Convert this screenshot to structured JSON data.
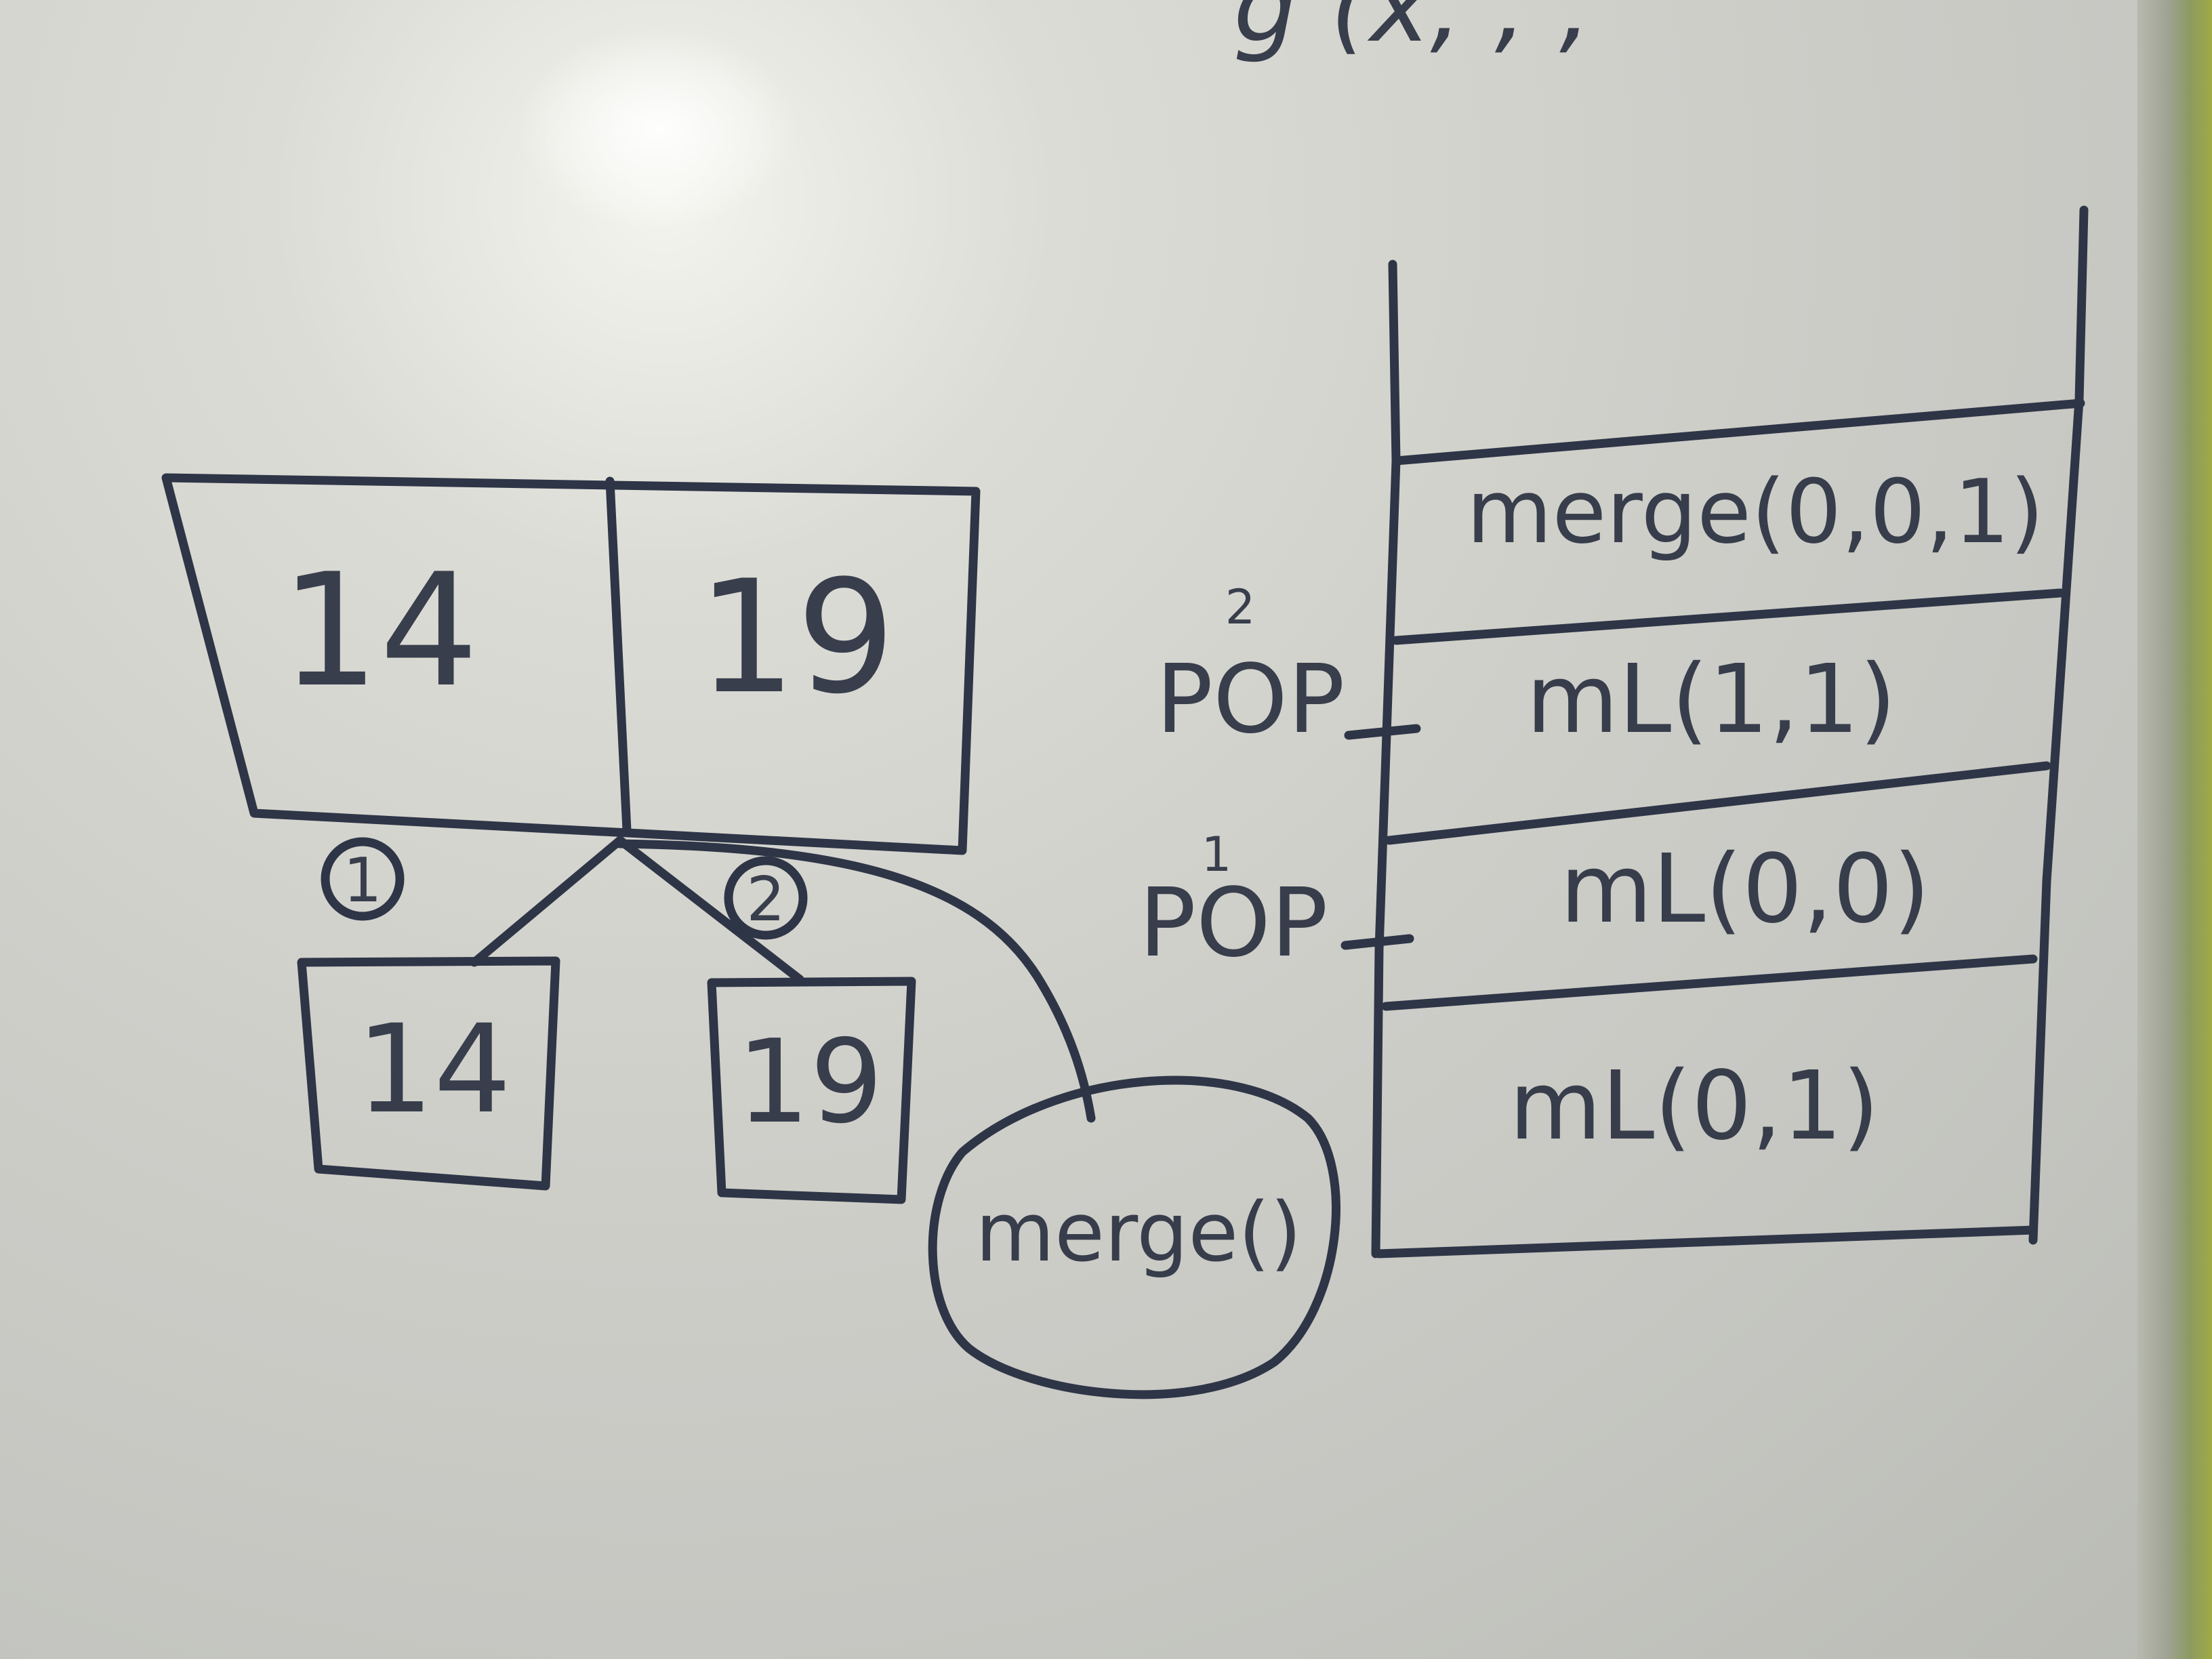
{
  "top_fragment": {
    "text": "g (x, , ,"
  },
  "array": {
    "cells": [
      "14",
      "19"
    ]
  },
  "children": {
    "step_left": "1",
    "step_right": "2",
    "left_value": "14",
    "right_value": "19",
    "merge_label": "merge()"
  },
  "stack": {
    "frames": [
      "merge(0,0,1)",
      "mL(1,1)",
      "mL(0,0)",
      "mL(0,1)"
    ],
    "pop_labels": [
      {
        "number": "2",
        "text": "POP"
      },
      {
        "number": "1",
        "text": "POP"
      }
    ]
  },
  "colors": {
    "ink": "#2e3546",
    "board": "#d3d3ce",
    "frame": "#a0aa45"
  }
}
